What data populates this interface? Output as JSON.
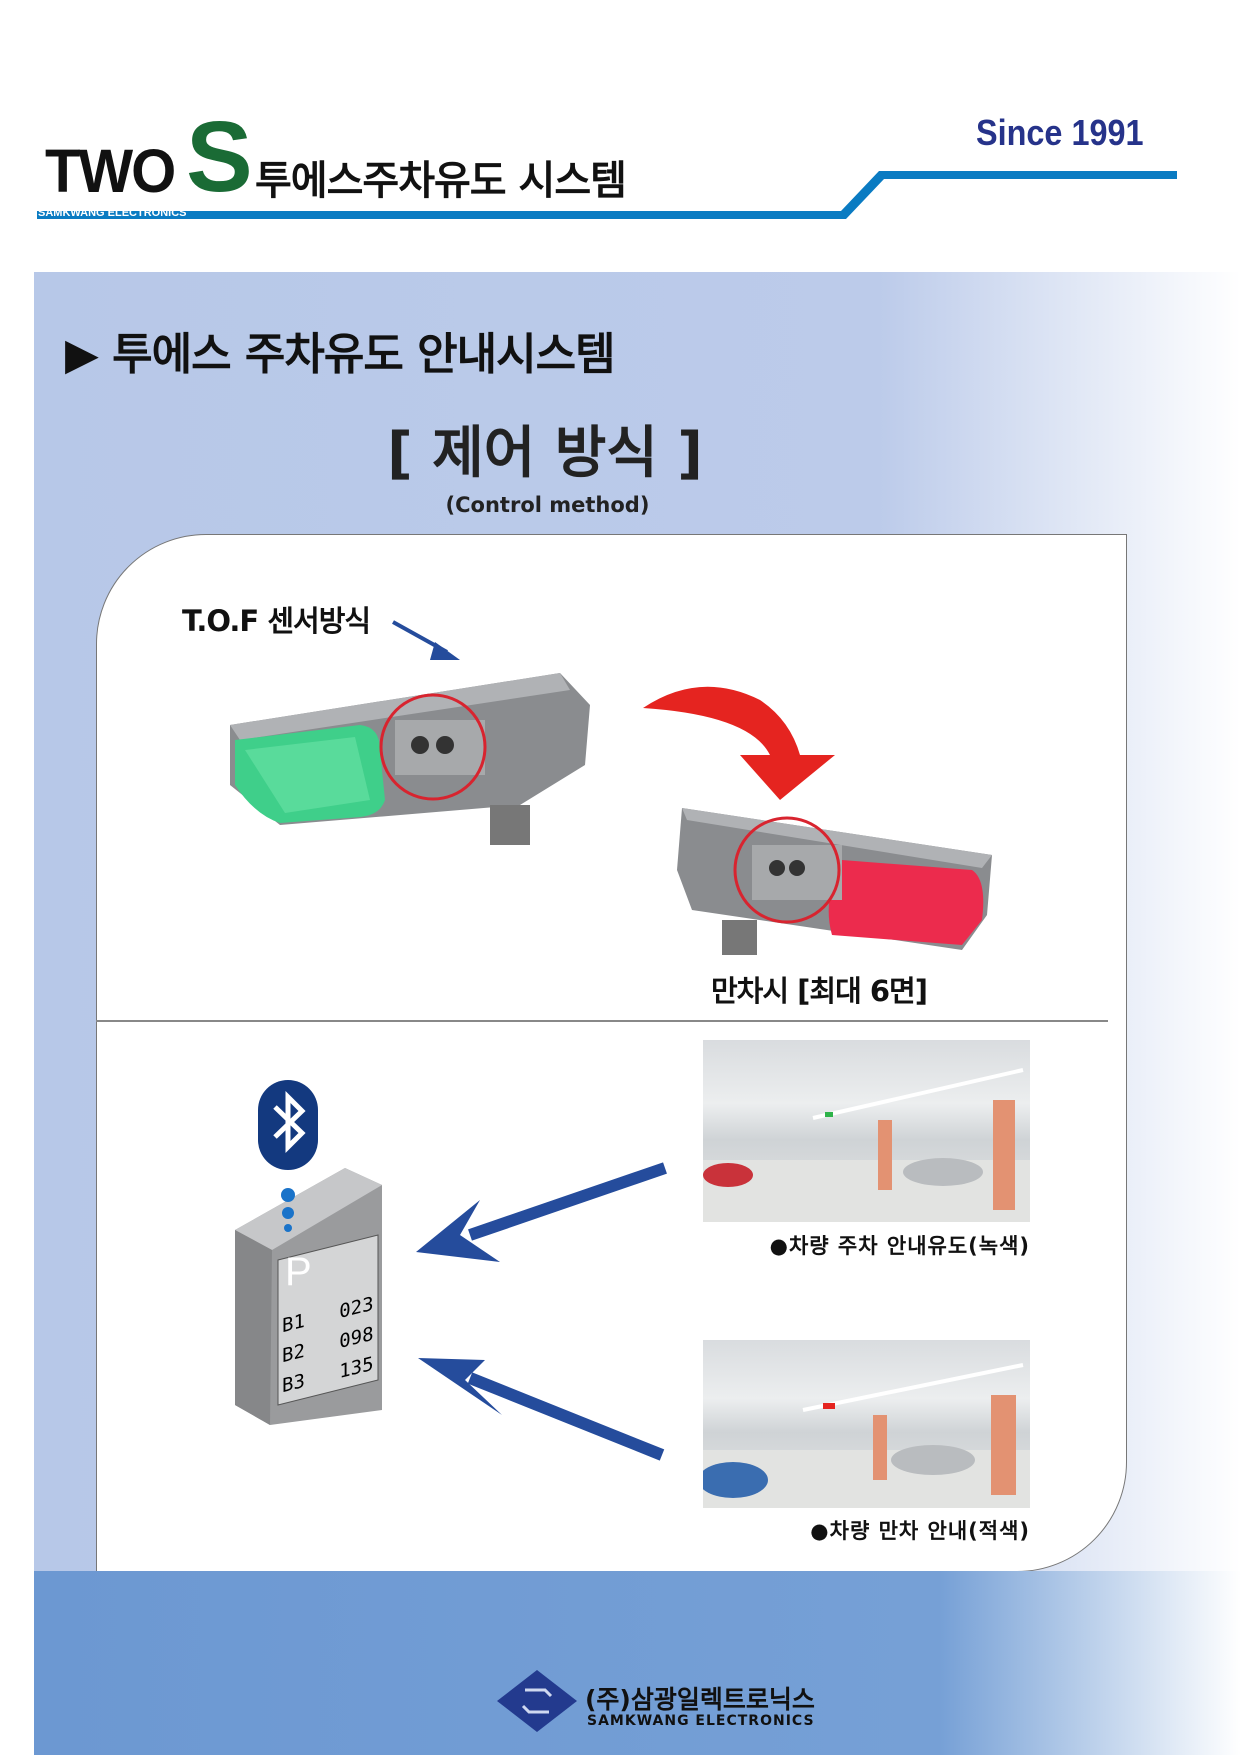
{
  "header": {
    "logo_two": "TWO",
    "logo_s": "S",
    "title": "투에스주차유도 시스템",
    "company_en": "SAMKWANG ELECTRONICS",
    "since": "Since 1991"
  },
  "main": {
    "title_marker": "▶",
    "title": "투에스 주차유도 안내시스템",
    "subtitle": "[ 제어 방식 ]",
    "subtitle_en": "(Control method)"
  },
  "diagram": {
    "sensor_label": "T.O.F 센서방식",
    "full_label": "만차시 [최대 6면]",
    "kiosk": {
      "sign": "P",
      "rows": [
        {
          "floor": "B1",
          "count": "023"
        },
        {
          "floor": "B2",
          "count": "098"
        },
        {
          "floor": "B3",
          "count": "135"
        }
      ]
    },
    "photo1_caption": "●차량 주차 안내유도(녹색)",
    "photo2_caption": "●차량 만차 안내(적색)"
  },
  "footer": {
    "company_ko": "(주)삼광일렉트로닉스",
    "company_en": "SAMKWANG ELECTRONICS"
  },
  "colors": {
    "brand_blue": "#0a7bc2",
    "navy": "#26338a",
    "green": "#1a6b35",
    "arrow_blue": "#254c9c",
    "arrow_red": "#e52420"
  }
}
